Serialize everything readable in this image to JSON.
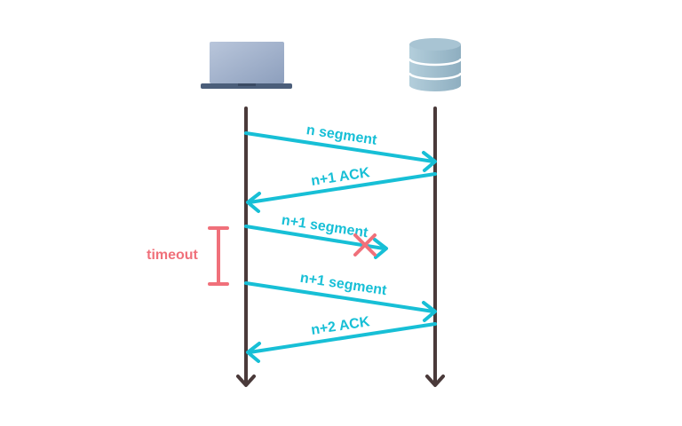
{
  "colors": {
    "timeline": "#4a3a3a",
    "message": "#17bfd6",
    "timeout": "#f0707a",
    "loss_mark": "#f0707a",
    "laptop_screen": "#a9b7cf",
    "laptop_base": "#4b5e7a",
    "database": "#9fbccc"
  },
  "icons": {
    "client": "laptop-icon",
    "server": "database-icon"
  },
  "messages": [
    {
      "label": "n segment",
      "direction": "client-to-server",
      "lost": false
    },
    {
      "label": "n+1 ACK",
      "direction": "server-to-client",
      "lost": false
    },
    {
      "label": "n+1 segment",
      "direction": "client-to-server",
      "lost": true
    },
    {
      "label": "n+1 segment",
      "direction": "client-to-server",
      "lost": false
    },
    {
      "label": "n+2 ACK",
      "direction": "server-to-client",
      "lost": false
    }
  ],
  "timeout": {
    "label": "timeout"
  }
}
